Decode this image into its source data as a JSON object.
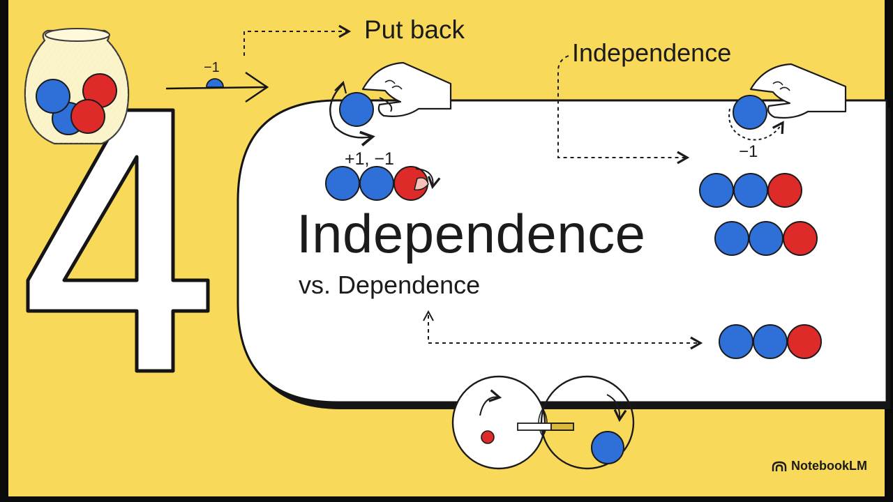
{
  "slide": {
    "number": "4",
    "title": "Independence",
    "subtitle": "vs. Dependence",
    "put_back_label": "Put back",
    "top_right_label": "Independence",
    "minus_one_top": "−1",
    "plus_minus_label": "+1, −1",
    "minus_one_right": "−1"
  },
  "brand": {
    "icon": "notebooklm-logo-icon",
    "name": "NotebookLM"
  },
  "colors": {
    "background": "#f8d95a",
    "card": "#ffffff",
    "ink": "#1b1b1b",
    "ball_blue": "#2f6fd8",
    "ball_red": "#df2a2a"
  }
}
